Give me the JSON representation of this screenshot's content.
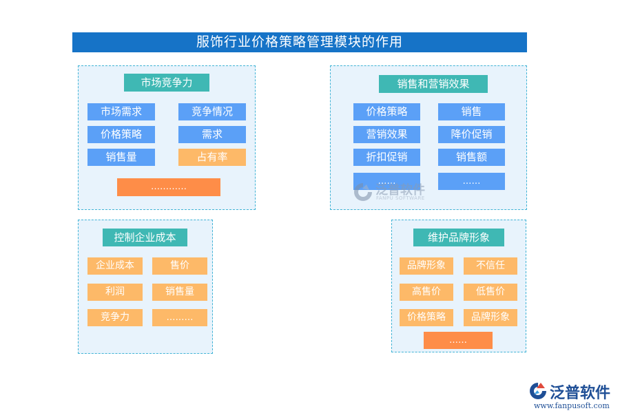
{
  "title": "服饰行业价格策略管理模块的作用",
  "panels": {
    "market": {
      "heading": "市场竞争力",
      "items": [
        "市场需求",
        "竞争情况",
        "价格策略",
        "需求",
        "销售量",
        "占有率"
      ],
      "more": "…………"
    },
    "sales": {
      "heading": "销售和营销效果",
      "items": [
        "价格策略",
        "销售",
        "营销效果",
        "降价促销",
        "折扣促销",
        "销售额"
      ],
      "more_left": "……",
      "more_right": "……"
    },
    "cost": {
      "heading": "控制企业成本",
      "items": [
        "企业成本",
        "售价",
        "利润",
        "销售量",
        "竞争力",
        "………"
      ]
    },
    "brand": {
      "heading": "维护品牌形象",
      "items": [
        "品牌形象",
        "不信任",
        "高售价",
        "低售价",
        "价格策略",
        "品牌形象"
      ],
      "more": "……"
    }
  },
  "watermark": {
    "text": "泛普软件",
    "sub": "FANPU SOFTWARE"
  },
  "logo": {
    "text": "泛普软件",
    "url": "www.fanpusoft.com",
    "icon": "fanpu-logo-icon"
  },
  "colors": {
    "title_bg": "#1673c7",
    "panel_bg": "#e8f3fc",
    "panel_border": "#3fb3d5",
    "heading": "#3fb8b4",
    "blue_chip": "#5ba0f7",
    "amber_chip": "#fdb968",
    "orange_chip": "#fe8d48"
  }
}
